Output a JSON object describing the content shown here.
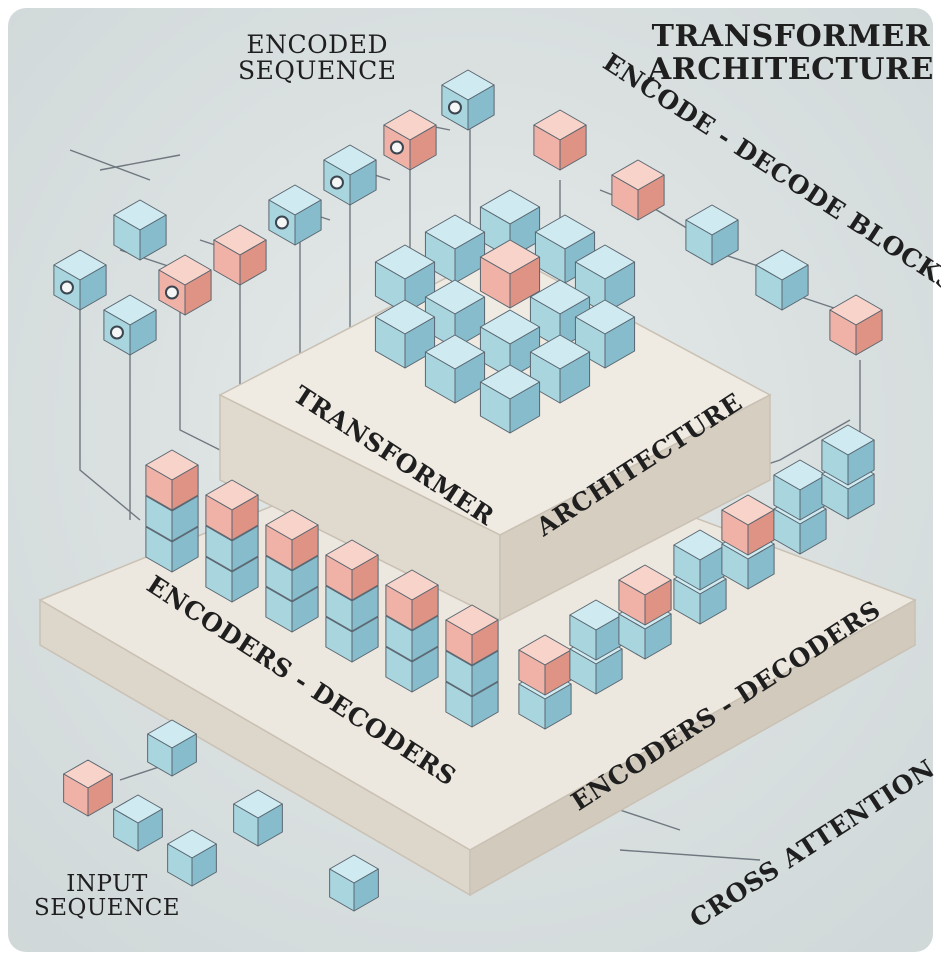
{
  "labels": {
    "top_title": [
      "TRANSFORMER",
      "ARCHITECTURE"
    ],
    "encoded_sequence": [
      "ENCODED",
      "SEQUENCE"
    ],
    "encode_decode_blocks": "ENCODE - DECODE BLOCKS",
    "platform_transformer": "TRANSFORMER",
    "platform_architecture": "ARCHITECTURE",
    "encoders_decoders_left": "ENCODERS - DECODERS",
    "encoders_decoders_right": "ENCODERS - DECODERS",
    "cross_attention": "CROSS ATTENTION",
    "input_sequence": [
      "INPUT",
      "SEQUENCE"
    ]
  },
  "colors": {
    "background": "#dfe4e3",
    "platform_top": "#ede8df",
    "platform_side": "#dcd5c9",
    "cube_blue": "#a9d5df",
    "cube_pink": "#f0b2a6",
    "line": "#4c5560"
  }
}
